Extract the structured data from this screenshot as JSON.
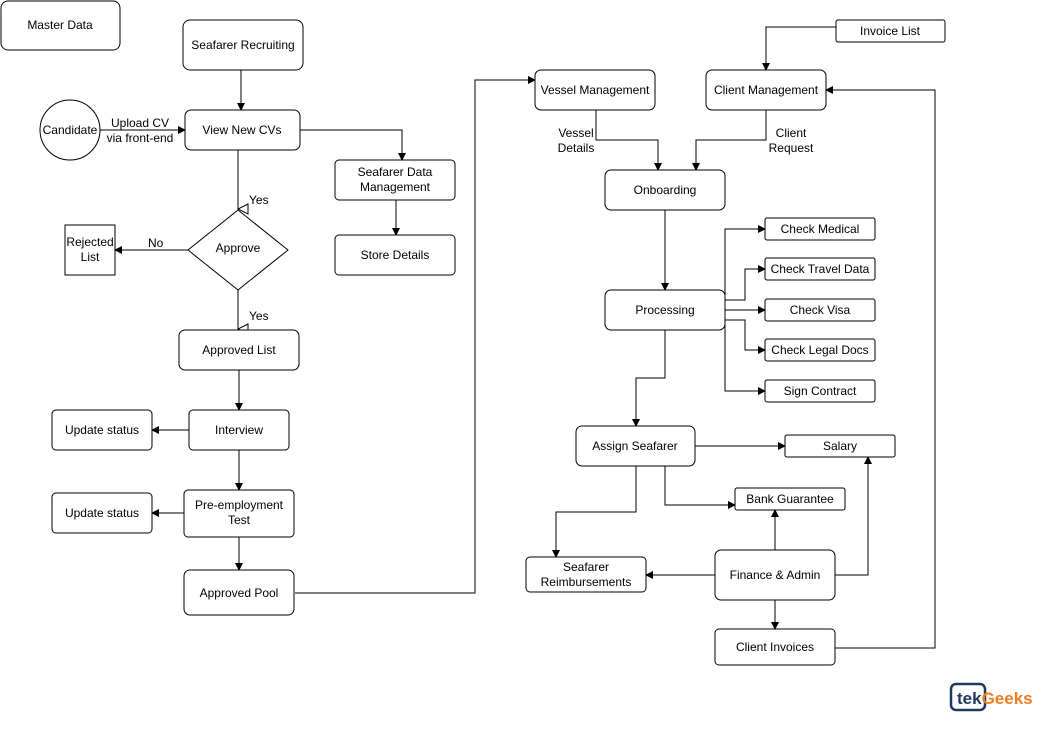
{
  "nodes": {
    "master_data": "Master Data",
    "seafarer_recruiting": "Seafarer Recruiting",
    "candidate": "Candidate",
    "view_new_cvs": "View New CVs",
    "approve": "Approve",
    "rejected_list": [
      "Rejected",
      "List"
    ],
    "seafarer_data_management": [
      "Seafarer Data",
      "Management"
    ],
    "store_details": "Store Details",
    "approved_list": "Approved List",
    "interview": "Interview",
    "update_status_1": "Update status",
    "pre_employment_test": [
      "Pre-employment",
      "Test"
    ],
    "update_status_2": "Update status",
    "approved_pool": "Approved Pool",
    "vessel_management": "Vessel Management",
    "client_management": "Client Management",
    "invoice_list": "Invoice List",
    "onboarding": "Onboarding",
    "processing": "Processing",
    "check_medical": "Check Medical",
    "check_travel_data": "Check Travel Data",
    "check_visa": "Check Visa",
    "check_legal_docs": "Check Legal Docs",
    "sign_contract": "Sign Contract",
    "assign_seafarer": "Assign Seafarer",
    "salary": "Salary",
    "bank_guarantee": "Bank Guarantee",
    "seafarer_reimbursements": [
      "Seafarer",
      "Reimbursements"
    ],
    "finance_admin": "Finance & Admin",
    "client_invoices": "Client Invoices"
  },
  "edge_labels": {
    "upload_cv": [
      "Upload CV",
      "via front-end"
    ],
    "yes_1": "Yes",
    "yes_2": "Yes",
    "no": "No",
    "vessel_details": [
      "Vessel",
      "Details"
    ],
    "client_request": [
      "Client",
      "Request"
    ]
  },
  "logo": {
    "text": "tekGeeks",
    "colors": {
      "tek": "#1f3a5c",
      "geeks": "#f07c22"
    }
  }
}
